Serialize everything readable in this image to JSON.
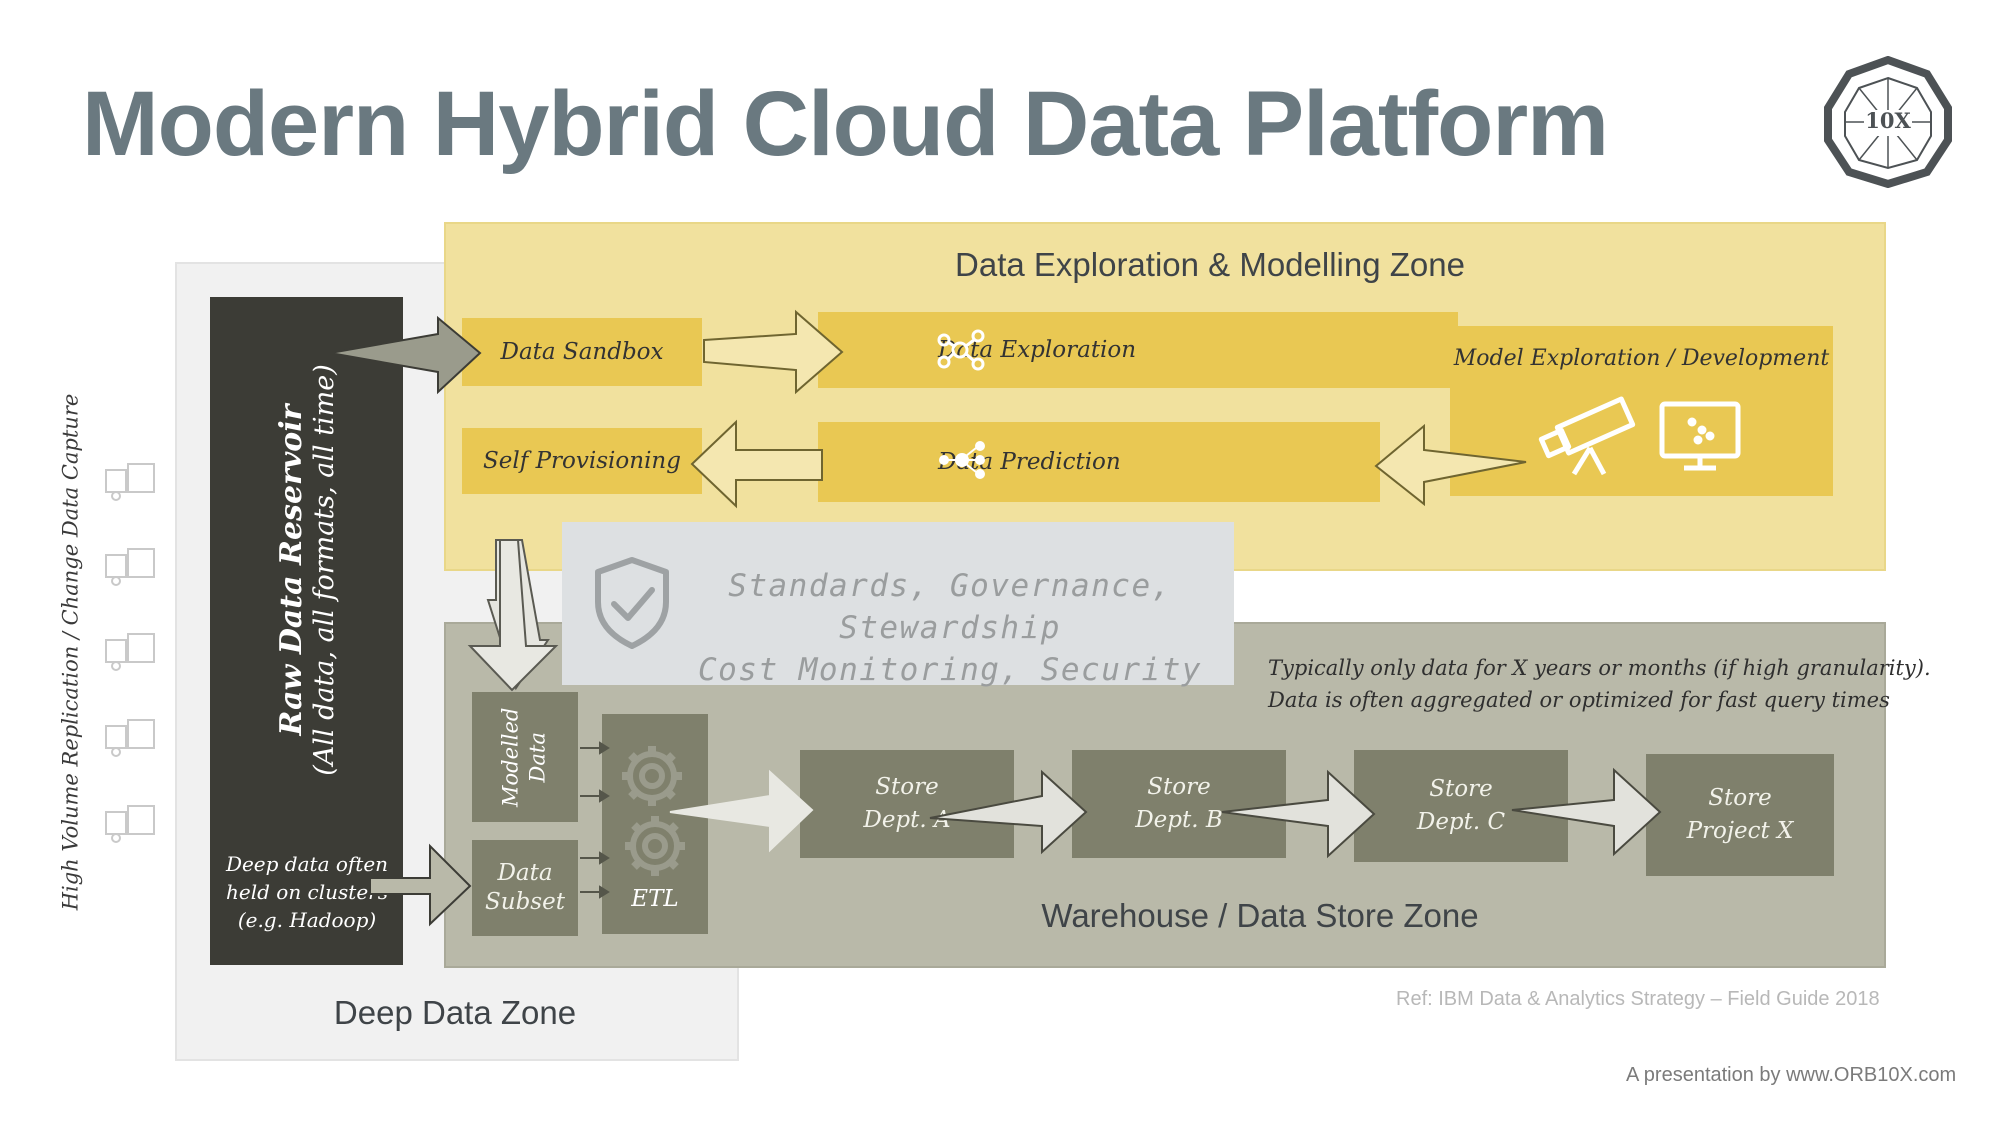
{
  "title": "Modern Hybrid Cloud Data Platform",
  "logo": {
    "text": "10X"
  },
  "side_label": "High Volume Replication / Change Data Capture",
  "zones": {
    "exploration": "Data Exploration & Modelling Zone",
    "warehouse": "Warehouse / Data Store Zone",
    "deep": "Deep Data Zone"
  },
  "reservoir": {
    "title": "Raw Data Reservoir",
    "subtitle": "(All data, all formats, all time)"
  },
  "deep_note": {
    "line1": "Deep data often",
    "line2": "held on clusters",
    "line3": "(e.g. Hadoop)"
  },
  "exploration_boxes": {
    "sandbox": "Data Sandbox",
    "self_provisioning": "Self Provisioning",
    "exploration": "Data Exploration",
    "prediction": "Data Prediction",
    "model": "Model Exploration / Development"
  },
  "governance": {
    "line1": "Standards, Governance, Stewardship",
    "line2": "Cost Monitoring, Security"
  },
  "warehouse_note": {
    "line1": "Typically only data for X years or months (if high granularity).",
    "line2": "Data is often aggregated or optimized for fast query times"
  },
  "inputs": {
    "modelled_line1": "Modelled",
    "modelled_line2": "Data",
    "subset_line1": "Data",
    "subset_line2": "Subset",
    "etl": "ETL"
  },
  "stores": [
    {
      "line1": "Store",
      "line2": "Dept. A"
    },
    {
      "line1": "Store",
      "line2": "Dept. B"
    },
    {
      "line1": "Store",
      "line2": "Dept. C"
    },
    {
      "line1": "Store",
      "line2": "Project X"
    }
  ],
  "reference": "Ref: IBM Data & Analytics Strategy – Field Guide 2018",
  "footer": "A presentation by www.ORB10X.com",
  "colors": {
    "title": "#6a7980",
    "exploration_zone": "#f1e19e",
    "exploration_box": "#e9c853",
    "warehouse_zone": "#b9b9a9",
    "warehouse_box": "#7f806c",
    "deep_zone": "#f1f1f1",
    "reservoir": "#3c3c36",
    "governance": "#dde0e2"
  }
}
